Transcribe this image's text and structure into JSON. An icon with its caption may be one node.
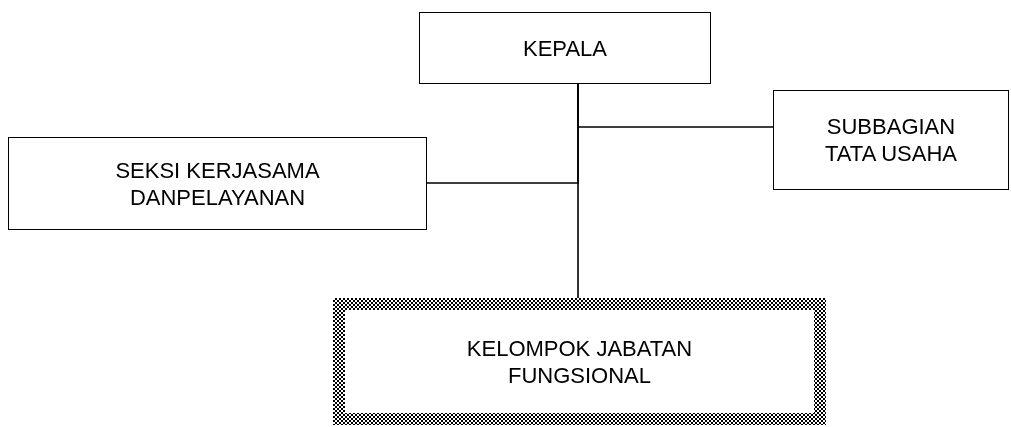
{
  "diagram": {
    "nodes": [
      {
        "text": [
          "KEPALA"
        ]
      },
      {
        "text": [
          "SUBBAGIAN TATA USAHA"
        ]
      },
      {
        "text": [
          "SEKSI KERJASAMA DANPELAYANAN"
        ]
      },
      {
        "text": [
          "KELOMPOK JABATAN FUNGSIONAL"
        ]
      }
    ],
    "edges": [
      {
        "from": 0,
        "to": 1,
        "arrow": "none"
      },
      {
        "from": 0,
        "to": 2,
        "arrow": "none"
      },
      {
        "from": 0,
        "to": 3,
        "arrow": "none"
      }
    ]
  }
}
